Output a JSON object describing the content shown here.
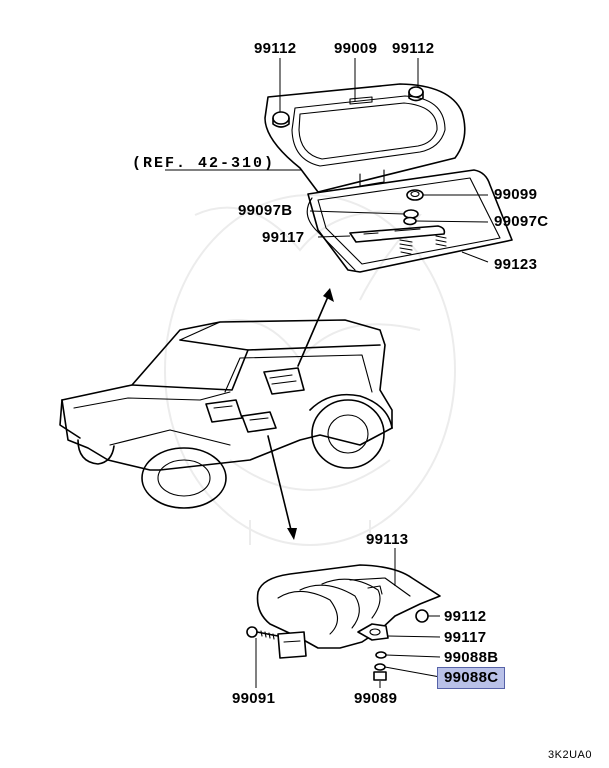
{
  "labels": {
    "top_left_99112": "99112",
    "top_99009": "99009",
    "top_right_99112": "99112",
    "ref": "(REF. 42-310)",
    "p99099": "99099",
    "p99097B": "99097B",
    "p99097C": "99097C",
    "p99117_top": "99117",
    "p99123": "99123",
    "p99113": "99113",
    "p99112_bottom": "99112",
    "p99117_bottom": "99117",
    "p99088B": "99088B",
    "p99088C": "99088C",
    "p99091": "99091",
    "p99089": "99089"
  },
  "footer_code": "3K2UA0",
  "highlight_color": "#b9c1e8"
}
